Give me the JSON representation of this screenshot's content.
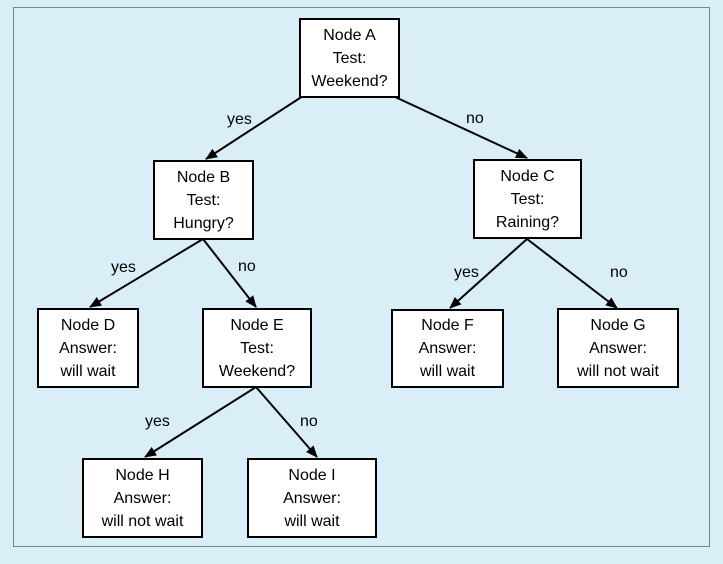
{
  "nodes": {
    "a": {
      "lines": [
        "Node A",
        "Test:",
        "Weekend?"
      ]
    },
    "b": {
      "lines": [
        "Node B",
        "Test:",
        "Hungry?"
      ]
    },
    "c": {
      "lines": [
        "Node C",
        "Test:",
        "Raining?"
      ]
    },
    "d": {
      "lines": [
        "Node D",
        "Answer:",
        "will wait"
      ]
    },
    "e": {
      "lines": [
        "Node E",
        "Test:",
        "Weekend?"
      ]
    },
    "f": {
      "lines": [
        "Node F",
        "Answer:",
        "will wait"
      ]
    },
    "g": {
      "lines": [
        "Node G",
        "Answer:",
        "will not wait"
      ]
    },
    "h": {
      "lines": [
        "Node H",
        "Answer:",
        "will not wait"
      ]
    },
    "i": {
      "lines": [
        "Node I",
        "Answer:",
        "will wait"
      ]
    }
  },
  "edges": {
    "a_b": "yes",
    "a_c": "no",
    "b_d": "yes",
    "b_e": "no",
    "c_f": "yes",
    "c_g": "no",
    "e_h": "yes",
    "e_i": "no"
  },
  "colors": {
    "background": "#daeef7",
    "frame": "#6f8894",
    "node_fill": "#ffffff",
    "line": "#000000"
  }
}
